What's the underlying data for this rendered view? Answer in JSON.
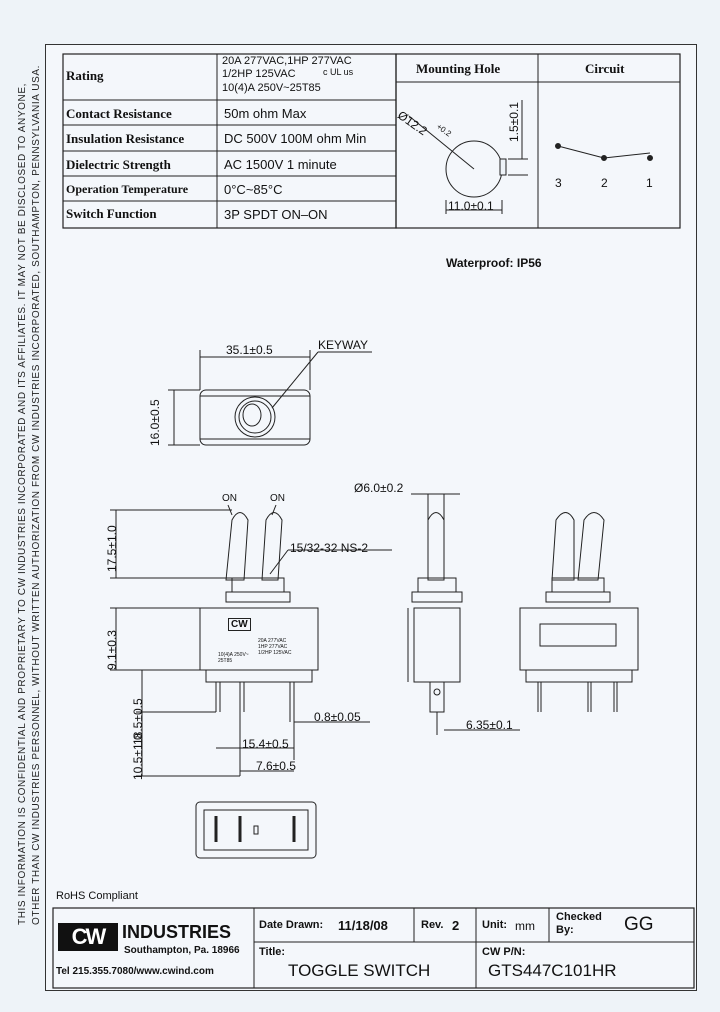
{
  "side_notice": {
    "line1": "THIS INFORMATION IS CONFIDENTIAL AND PROPRIETARY TO CW INDUSTRIES INCORPORATED AND ITS AFFILIATES.  IT MAY NOT BE DISCLOSED TO ANYONE,",
    "line2": "OTHER THAN CW INDUSTRIES PERSONNEL, WITHOUT WRITTEN AUTHORIZATION FROM CW INDUSTRIES INCORPORATED, SOUTHAMPTON, PENNSYLVANIA USA."
  },
  "specs": {
    "rating_label": "Rating",
    "rating_line1": "20A  277VAC,1HP  277VAC",
    "rating_line2": "1/2HP  125VAC",
    "rating_line3": "10(4)A  250V~25T85",
    "ul_mark": "c UL us",
    "contact_label": "Contact  Resistance",
    "contact_value": "50m  ohm  Max",
    "insulation_label": "Insulation  Resistance",
    "insulation_value": "DC  500V  100M  ohm  Min",
    "dielectric_label": "Dielectric  Strength",
    "dielectric_value": "AC  1500V  1  minute",
    "temp_label": "Operation  Temperature",
    "temp_value": "0°C~85°C",
    "function_label": "Switch  Function",
    "function_value": "3P  SPDT  ON–ON"
  },
  "mounting_hole": {
    "title": "Mounting  Hole",
    "dia": "Ø12.2",
    "dia_tol": "+0.2",
    "height": "1.5±0.1",
    "width": "11.0±0.1"
  },
  "circuit": {
    "title": "Circuit",
    "pins": [
      "3",
      "2",
      "1"
    ]
  },
  "waterproof": "Waterproof:  IP56",
  "top_view": {
    "width": "35.1±0.5",
    "height": "16.0±0.5",
    "keyway": "KEYWAY"
  },
  "front_view": {
    "on_left": "ON",
    "on_right": "ON",
    "lever": "17.5±1.0",
    "thread": "15/32-32  NS-2",
    "body": "9.1±0.3",
    "term_h": "18.5±0.5",
    "term_low": "10.5±1.0",
    "pitch_outer": "15.4±0.5",
    "pitch_inner": "7.6±0.5",
    "term_thk": "0.8±0.05",
    "logo": "CW",
    "body_text1": "20A 277VAC",
    "body_text2": "1HP 277VAC",
    "body_text3": "1/2HP 125VAC",
    "body_text4": "10(4)A 250V~",
    "body_text5": "25T85"
  },
  "side_view": {
    "dia": "Ø6.0±0.2",
    "term_w": "6.35±0.1"
  },
  "rohs": "RoHS Compliant",
  "title_block": {
    "brand": "INDUSTRIES",
    "logo": "CW",
    "address": "Southampton, Pa. 18966",
    "contact": "Tel 215.355.7080/www.cwind.com",
    "date_label": "Date Drawn:",
    "date_value": "11/18/08",
    "rev_label": "Rev.",
    "rev_value": "2",
    "unit_label": "Unit:",
    "unit_value": "mm",
    "checked_label1": "Checked",
    "checked_label2": "By:",
    "checked_value": "GG",
    "title_label": "Title:",
    "title_value": "TOGGLE  SWITCH",
    "pn_label": "CW P/N:",
    "pn_value": "GTS447C101HR"
  }
}
